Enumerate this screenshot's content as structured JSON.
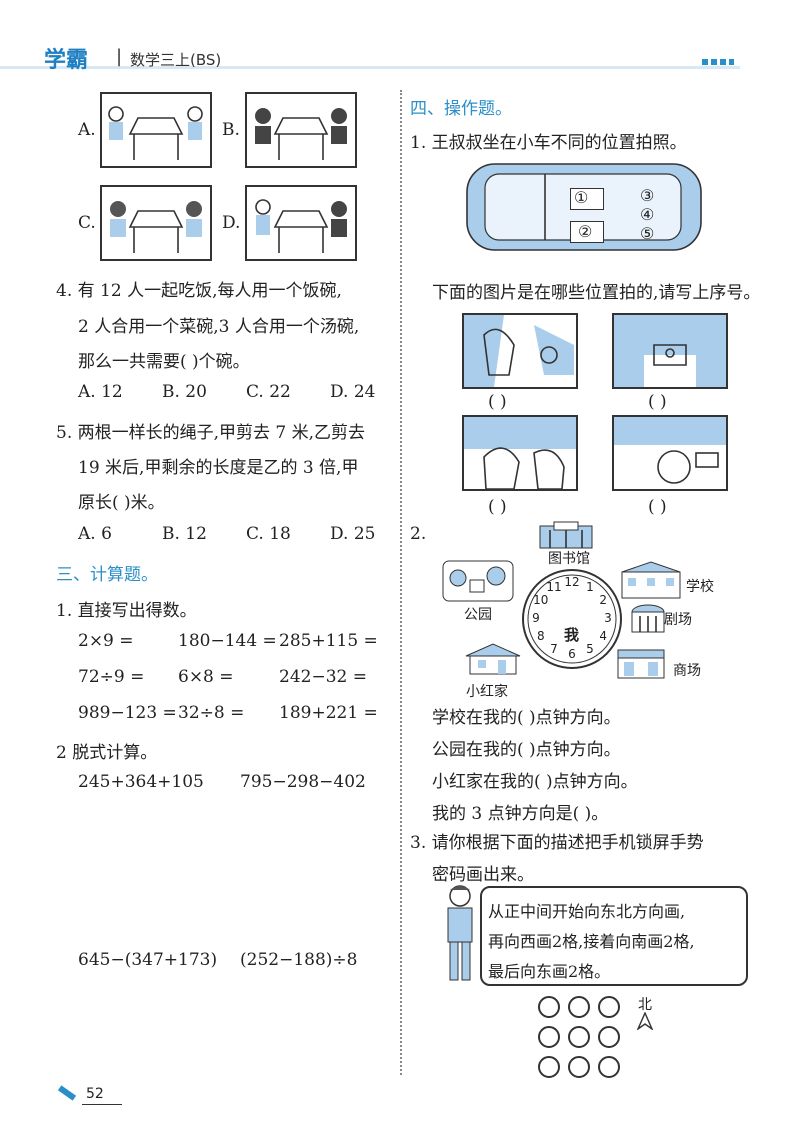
{
  "header": {
    "brand": "学霸",
    "separator": "|",
    "book": "数学三上(BS)"
  },
  "footer": {
    "page_number": "52"
  },
  "left": {
    "q3_options": [
      "A.",
      "B.",
      "C.",
      "D."
    ],
    "q4": {
      "lines": [
        "4. 有 12 人一起吃饭,每人用一个饭碗,",
        "2 人合用一个菜碗,3 人合用一个汤碗,",
        "那么一共需要(      )个碗。"
      ],
      "options": [
        "A. 12",
        "B. 20",
        "C. 22",
        "D. 24"
      ]
    },
    "q5": {
      "lines": [
        "5. 两根一样长的绳子,甲剪去 7 米,乙剪去",
        "19 米后,甲剩余的长度是乙的 3 倍,甲",
        "原长(      )米。"
      ],
      "options": [
        "A. 6",
        "B. 12",
        "C. 18",
        "D. 25"
      ]
    },
    "section3": "三、计算题。",
    "calc1_title": "1. 直接写出得数。",
    "calc1_rows": [
      [
        "2×9 =",
        "180−144 =",
        "285+115 ="
      ],
      [
        "72÷9 =",
        "6×8 =",
        "242−32 ="
      ],
      [
        "989−123 =",
        "32÷8 =",
        "189+221 ="
      ]
    ],
    "calc2_title": "2  脱式计算。",
    "calc2_row1": [
      "245+364+105",
      "795−298−402"
    ],
    "calc2_row2": [
      "645−(347+173)",
      "(252−188)÷8"
    ]
  },
  "right": {
    "section4": "四、操作题。",
    "q1_title": "1. 王叔叔坐在小车不同的位置拍照。",
    "seat_labels": [
      "①",
      "②",
      "③",
      "④",
      "⑤"
    ],
    "q1_prompt": "下面的图片是在哪些位置拍的,请写上序号。",
    "answer_blank": "(      )",
    "q2_number": "2.",
    "clock_numbers": [
      "12",
      "1",
      "2",
      "3",
      "4",
      "5",
      "6",
      "7",
      "8",
      "9",
      "10",
      "11"
    ],
    "clock_center": "我",
    "places": [
      "图书馆",
      "学校",
      "剧场",
      "商场",
      "小红家",
      "公园"
    ],
    "q2_lines": [
      "学校在我的(      )点钟方向。",
      "公园在我的(      )点钟方向。",
      "小红家在我的(      )点钟方向。",
      "我的 3 点钟方向是(      )。"
    ],
    "q3_lines": [
      "3. 请你根据下面的描述把手机锁屏手势",
      "密码画出来。"
    ],
    "speech": [
      "从正中间开始向东北方向画,",
      "再向西画2格,接着向南画2格,",
      "最后向东画2格。"
    ],
    "north": "北"
  },
  "colors": {
    "accent": "#2a8fc9",
    "picture_blue": "#a9cdea"
  }
}
